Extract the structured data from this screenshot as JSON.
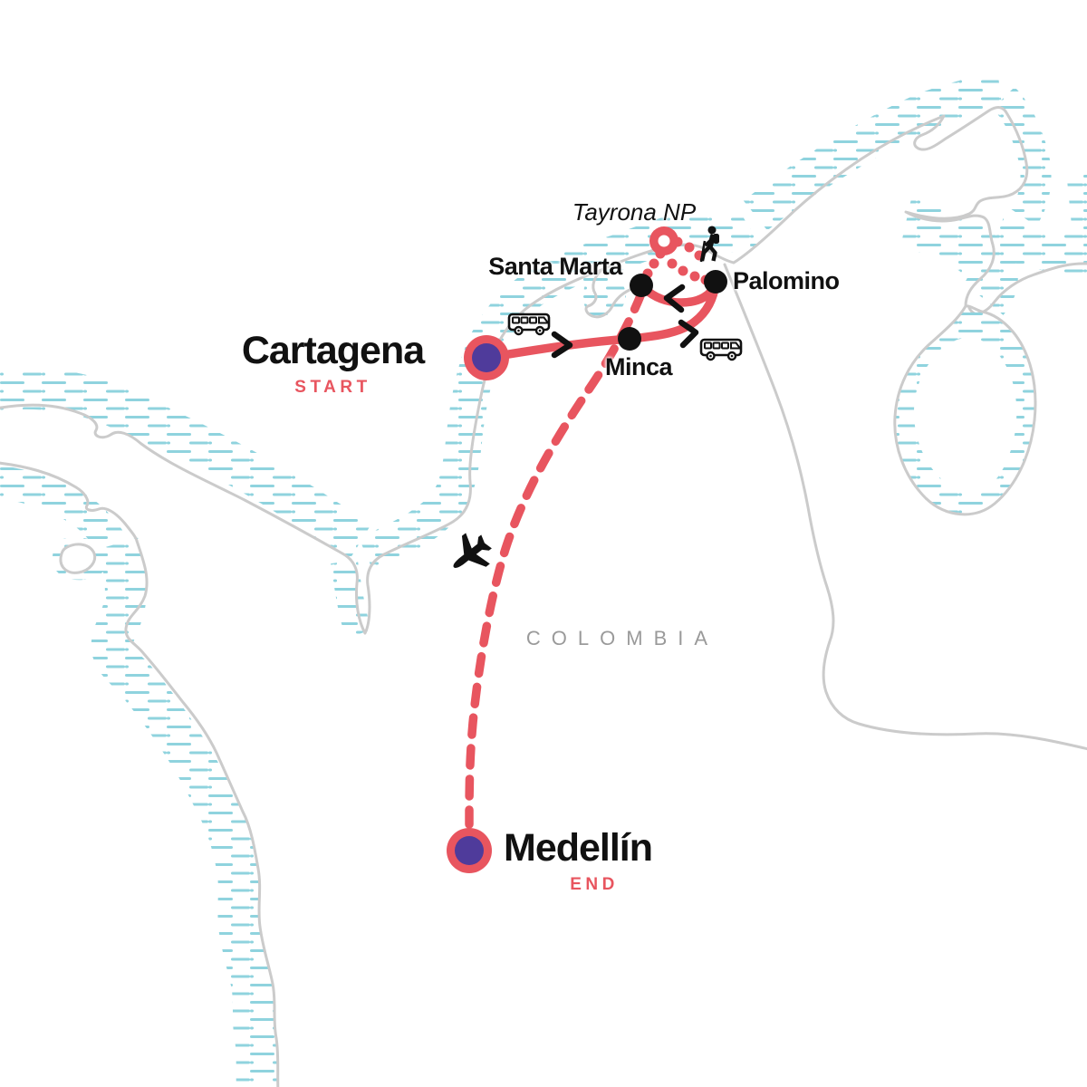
{
  "map": {
    "country_label": "COLOMBIA",
    "locations": {
      "cartagena": {
        "name": "Cartagena",
        "tag": "START",
        "role": "start city"
      },
      "santa_marta": {
        "name": "Santa Marta",
        "role": "stop"
      },
      "minca": {
        "name": "Minca",
        "role": "stop"
      },
      "palomino": {
        "name": "Palomino",
        "role": "stop"
      },
      "tayrona": {
        "name": "Tayrona NP",
        "role": "point of interest"
      },
      "medellin": {
        "name": "Medellín",
        "tag": "END",
        "role": "end city"
      }
    },
    "transport_icons": [
      "bus-icon",
      "bus-icon",
      "plane-icon",
      "hiker-icon"
    ],
    "route_legs": [
      "Cartagena to Minca by bus",
      "Minca to Palomino by bus",
      "Palomino to Santa Marta by bus",
      "Santa Marta to Tayrona NP hike",
      "Tayrona NP to Palomino hike",
      "Santa Marta to Medellín by plane"
    ],
    "colors": {
      "route": "#E8555F",
      "marker_inner": "#4F3B9B",
      "stop": "#111111",
      "arrow": "#111111",
      "icon": "#111111",
      "coastline": "#CBCBCB",
      "water_hatch": "#8FD3DE",
      "country_text": "#9A9A9A",
      "background": "#FFFFFF"
    }
  }
}
